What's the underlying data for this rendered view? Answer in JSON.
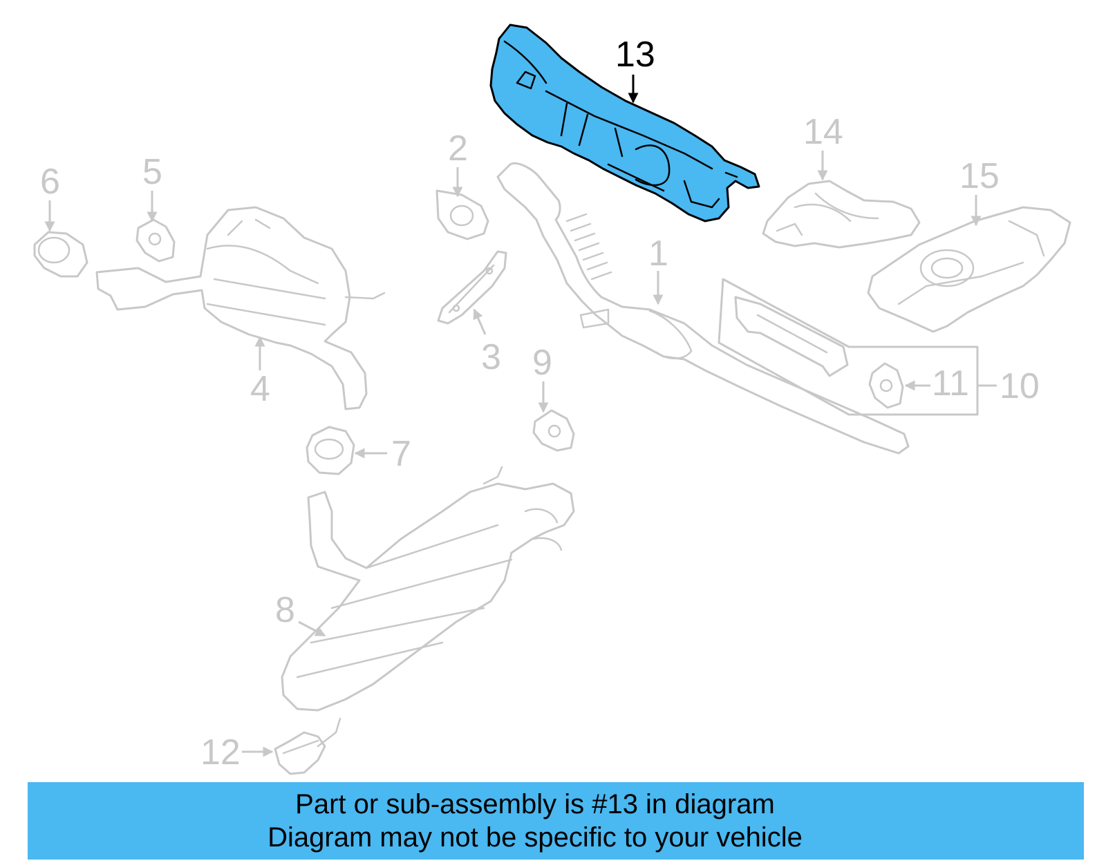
{
  "diagram": {
    "highlight_color": "#4ab8f1",
    "inactive_color": "#c8c8c8",
    "active_color": "#000000",
    "highlighted_callout": "13",
    "callouts": {
      "c1": "1",
      "c2": "2",
      "c3": "3",
      "c4": "4",
      "c5": "5",
      "c6": "6",
      "c7": "7",
      "c8": "8",
      "c9": "9",
      "c10": "10",
      "c11": "11",
      "c12": "12",
      "c13": "13",
      "c14": "14",
      "c15": "15"
    }
  },
  "caption": {
    "line1": "Part or sub-assembly is #13 in diagram",
    "line2": "Diagram may not be specific to your vehicle",
    "background": "#4ab8f1"
  }
}
